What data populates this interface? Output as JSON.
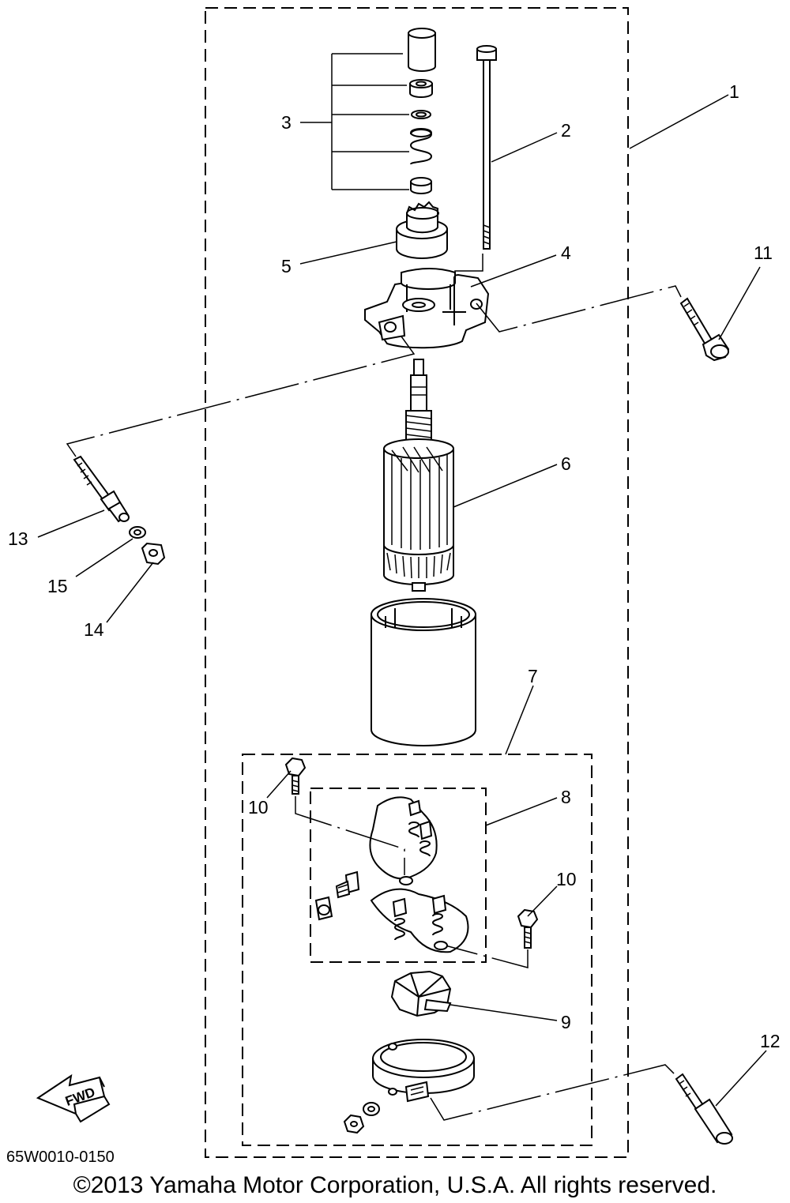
{
  "callouts": {
    "c1": "1",
    "c2": "2",
    "c3": "3",
    "c4": "4",
    "c5": "5",
    "c6": "6",
    "c7": "7",
    "c8": "8",
    "c9": "9",
    "c10a": "10",
    "c10b": "10",
    "c11": "11",
    "c12": "12",
    "c13": "13",
    "c14": "14",
    "c15": "15"
  },
  "fwd_label": "FWD",
  "drawing_code": "65W0010-0150",
  "copyright": "©2013 Yamaha Motor Corporation, U.S.A. All rights reserved."
}
